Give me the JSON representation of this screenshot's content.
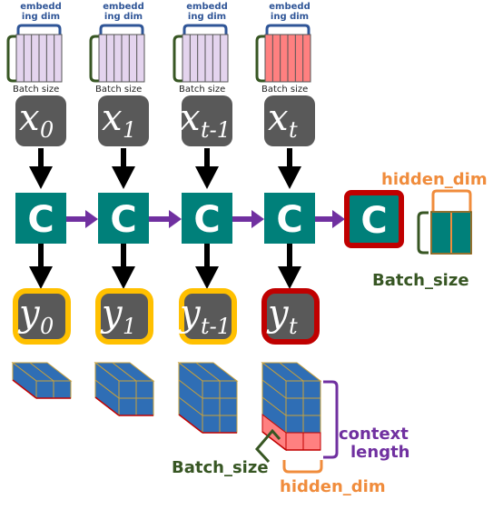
{
  "input_labels": {
    "embed_dim": "embedd\ning dim",
    "batch_size": "Batch size"
  },
  "inputs": [
    {
      "base": "x",
      "sub": "0"
    },
    {
      "base": "x",
      "sub": "1"
    },
    {
      "base": "x",
      "sub": "t-1"
    },
    {
      "base": "x",
      "sub": "t"
    }
  ],
  "outputs": [
    {
      "base": "y",
      "sub": "0"
    },
    {
      "base": "y",
      "sub": "1"
    },
    {
      "base": "y",
      "sub": "t-1"
    },
    {
      "base": "y",
      "sub": "t"
    }
  ],
  "cell_letter": "C",
  "hidden_state": {
    "hidden_dim_label": "hidden_dim",
    "batch_size_label": "Batch_size"
  },
  "output_tensor": {
    "context_length_label": "context\nlength",
    "batch_size_label": "Batch_size",
    "hidden_dim_label": "hidden_dim"
  },
  "colors": {
    "cell": "#00807a",
    "input_box": "#595959",
    "output_border": "#ffc000",
    "output_last_border": "#c00000",
    "arrow_purple": "#7030a0",
    "cube_blue": "#2f6eb5",
    "cube_red": "#ff8080"
  }
}
